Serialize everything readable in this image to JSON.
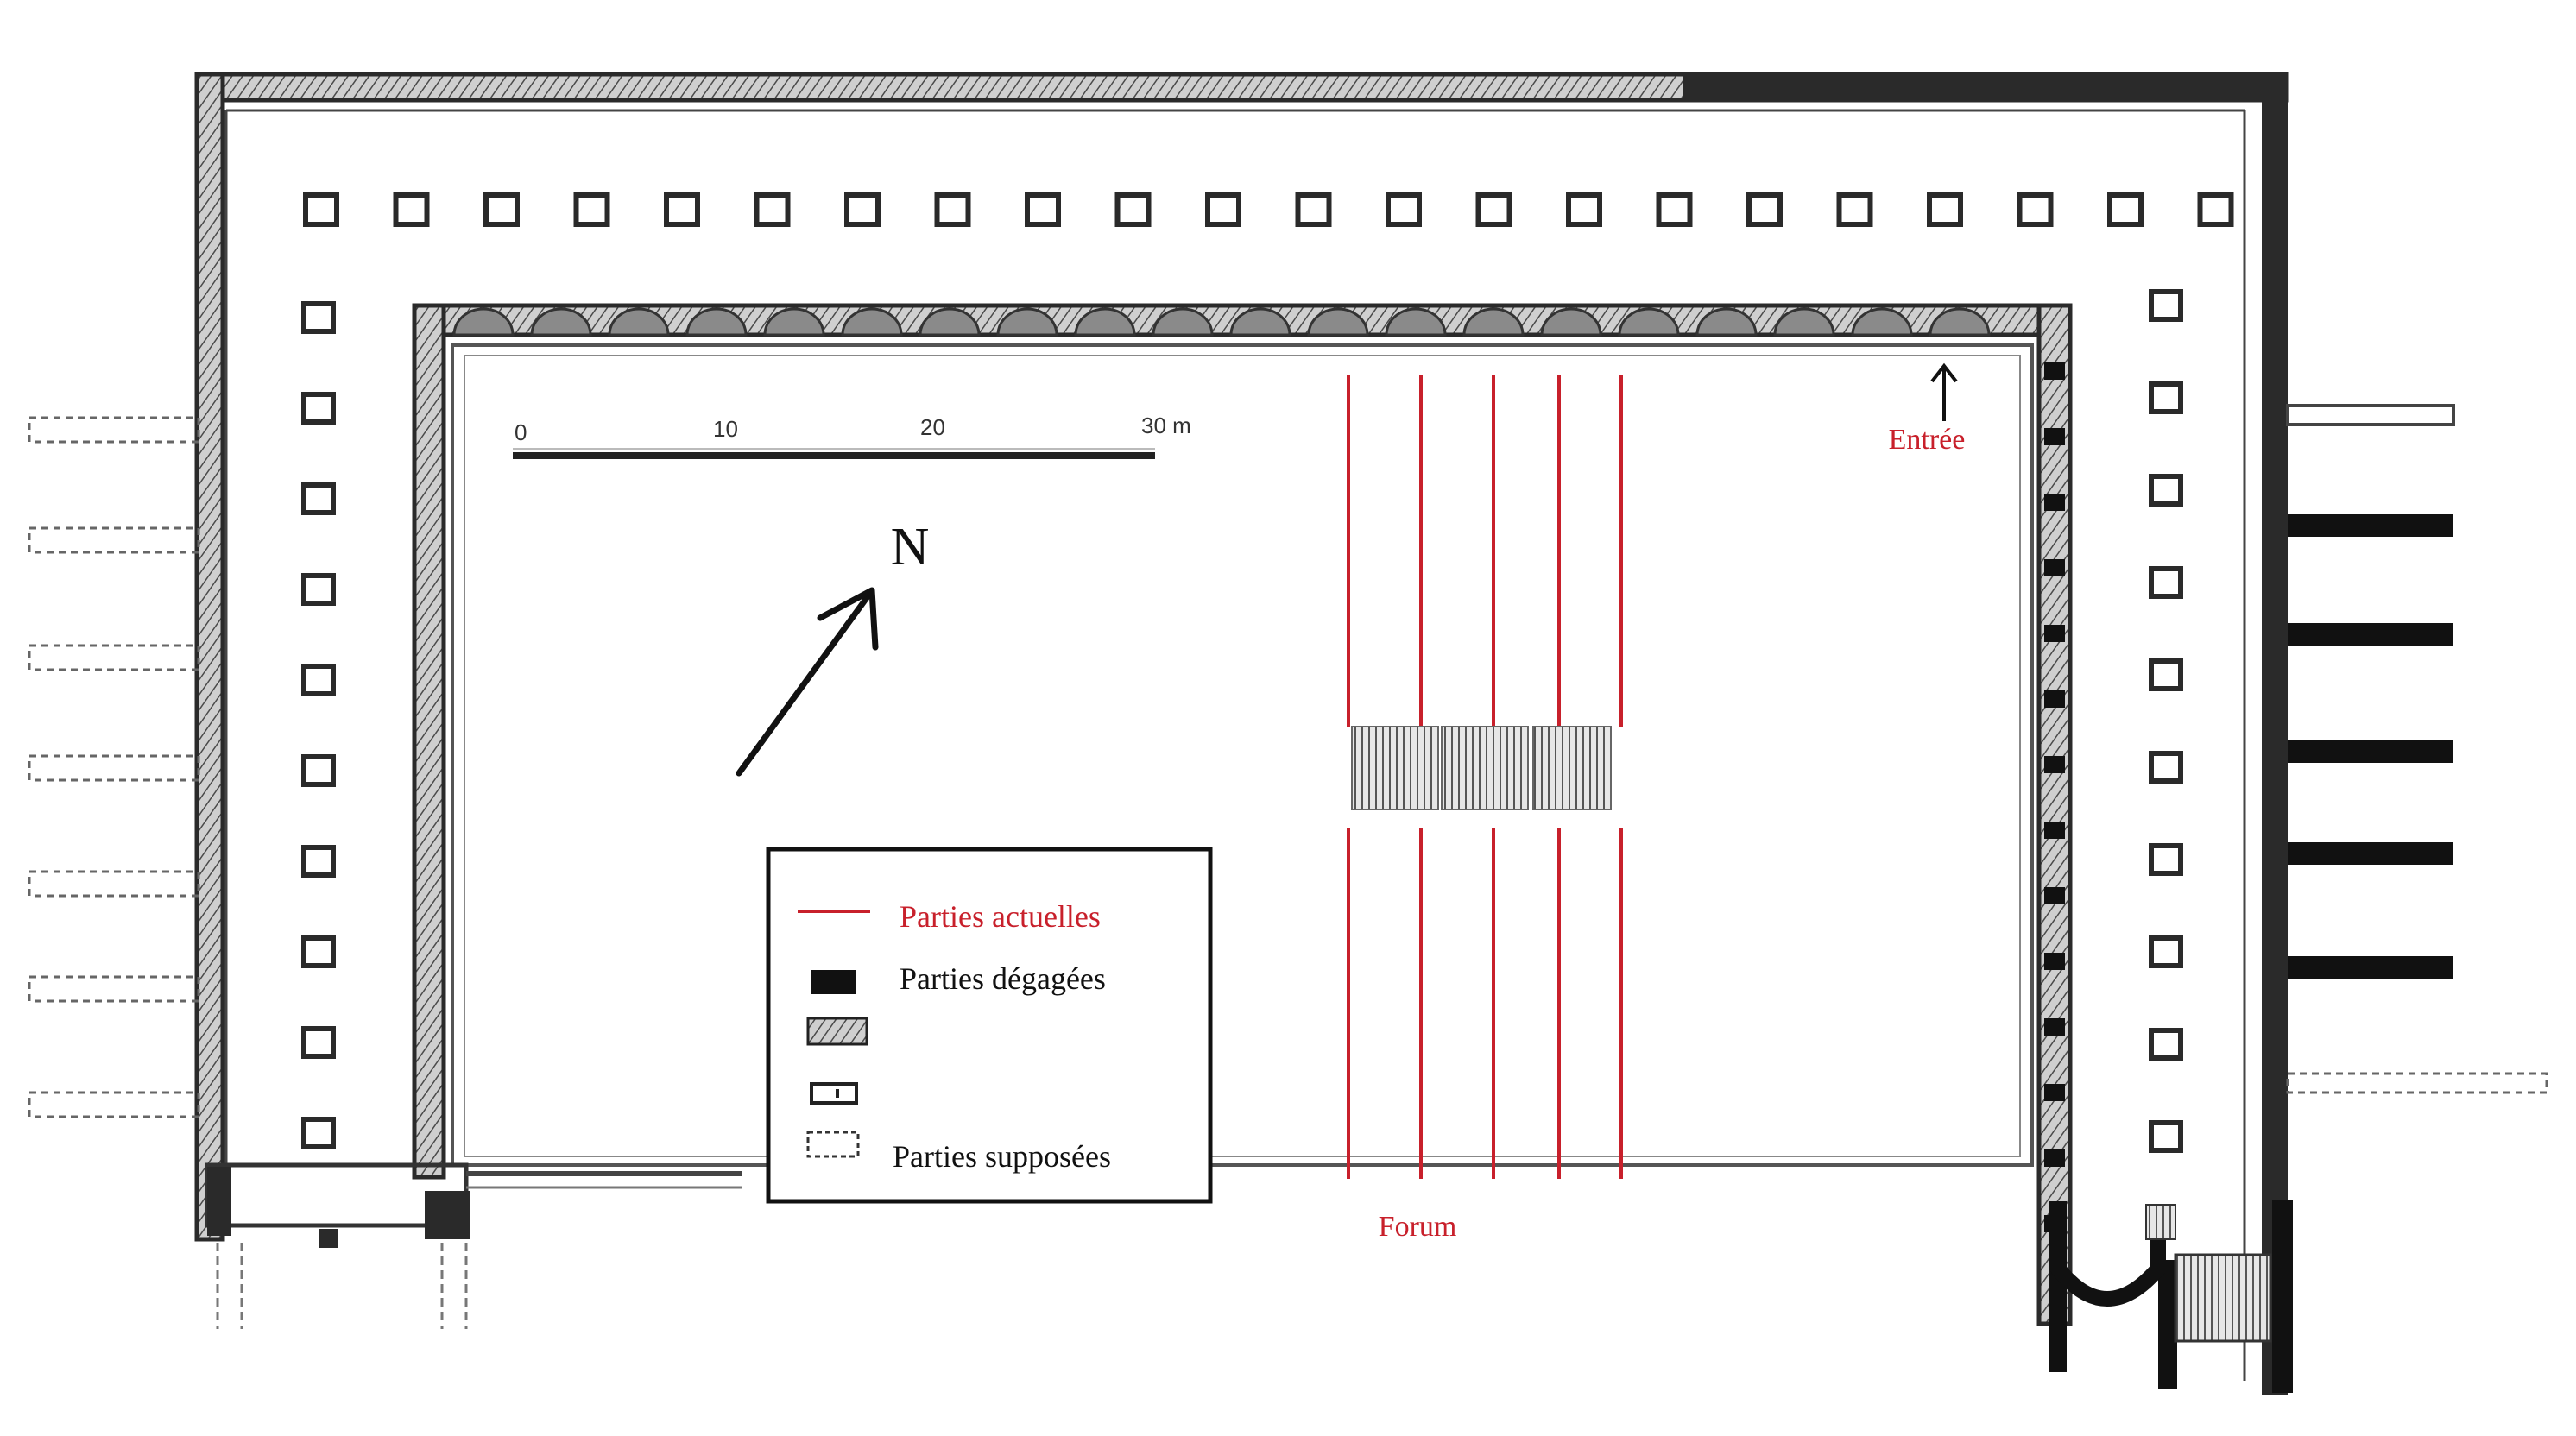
{
  "scale_bar": {
    "ticks": [
      "0",
      "10",
      "20",
      "30 m"
    ]
  },
  "north": {
    "label": "N"
  },
  "labels": {
    "entrance": "Entrée",
    "forum": "Forum"
  },
  "legend": {
    "items": [
      {
        "key": "current",
        "label": "Parties actuelles"
      },
      {
        "key": "cleared",
        "label": "Parties dégagées"
      },
      {
        "key": "hatched",
        "label": ""
      },
      {
        "key": "outline",
        "label": ""
      },
      {
        "key": "supposed",
        "label": "Parties supposées"
      }
    ]
  },
  "colors": {
    "red": "#c8202b",
    "wall": "#2a2a2a",
    "hatch": "#6a6a6a",
    "ink": "#111111"
  },
  "icons": [
    "north-arrow-icon",
    "entrance-arrow-icon"
  ]
}
